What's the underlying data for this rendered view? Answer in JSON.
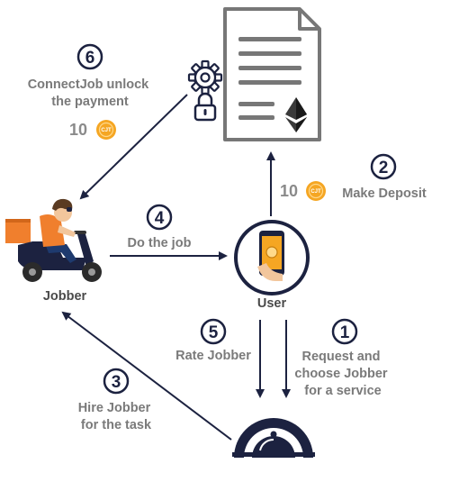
{
  "steps": {
    "step1": {
      "number": "1",
      "lines": [
        "Request and",
        "choose Jobber",
        "for a service"
      ]
    },
    "step2": {
      "number": "2",
      "lines": [
        "Make Deposit"
      ]
    },
    "step3": {
      "number": "3",
      "lines": [
        "Hire Jobber",
        "for the task"
      ]
    },
    "step4": {
      "number": "4",
      "lines": [
        "Do the job"
      ]
    },
    "step5": {
      "number": "5",
      "lines": [
        "Rate Jobber"
      ]
    },
    "step6": {
      "number": "6",
      "lines": [
        "ConnectJob unlock",
        "the payment"
      ]
    }
  },
  "actors": {
    "user": "User",
    "jobber": "Jobber"
  },
  "coins": {
    "deposit_amount": "10",
    "payment_amount": "10",
    "coin_symbol": "CJT"
  },
  "icons": [
    "document-icon",
    "ethereum-icon",
    "gear-icon",
    "lock-icon",
    "smartphone-icon",
    "scooter-rider-icon",
    "service-bell-icon",
    "coin-icon"
  ],
  "colors": {
    "navy": "#1c2240",
    "gray_doc": "#777777",
    "coin": "#f5a623",
    "scooter_orange": "#f07f2d",
    "text_gray": "#7a7a7a"
  }
}
